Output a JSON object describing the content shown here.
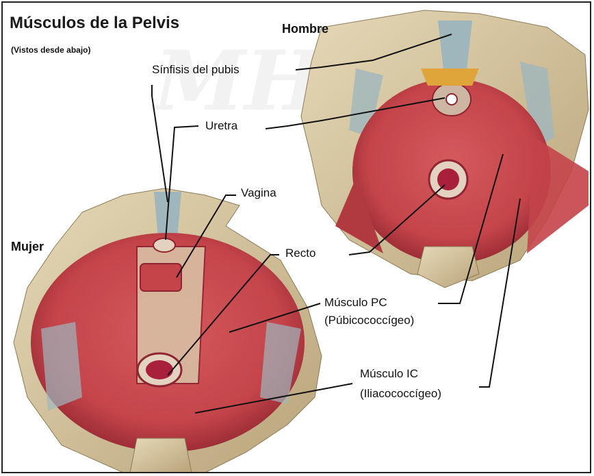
{
  "header": {
    "title": "Músculos de la Pelvis",
    "subtitle": "(Vistos desde abajo)"
  },
  "figures": {
    "male_label": "Hombre",
    "female_label": "Mujer"
  },
  "labels": {
    "sinfisis": "Sínfisis del pubis",
    "uretra": "Uretra",
    "vagina": "Vagina",
    "recto": "Recto",
    "musculo_pc": "Músculo PC",
    "musculo_pc_full": "(Púbicococcígeo)",
    "musculo_ic": "Músculo IC",
    "musculo_ic_full": "(Iliacococcígeo)"
  },
  "colors": {
    "muscle": "#c4444a",
    "muscle_dark": "#8e2530",
    "bone": "#d9c9a3",
    "ligament": "#9fb6bd",
    "watermark": "#e6e6e6"
  }
}
